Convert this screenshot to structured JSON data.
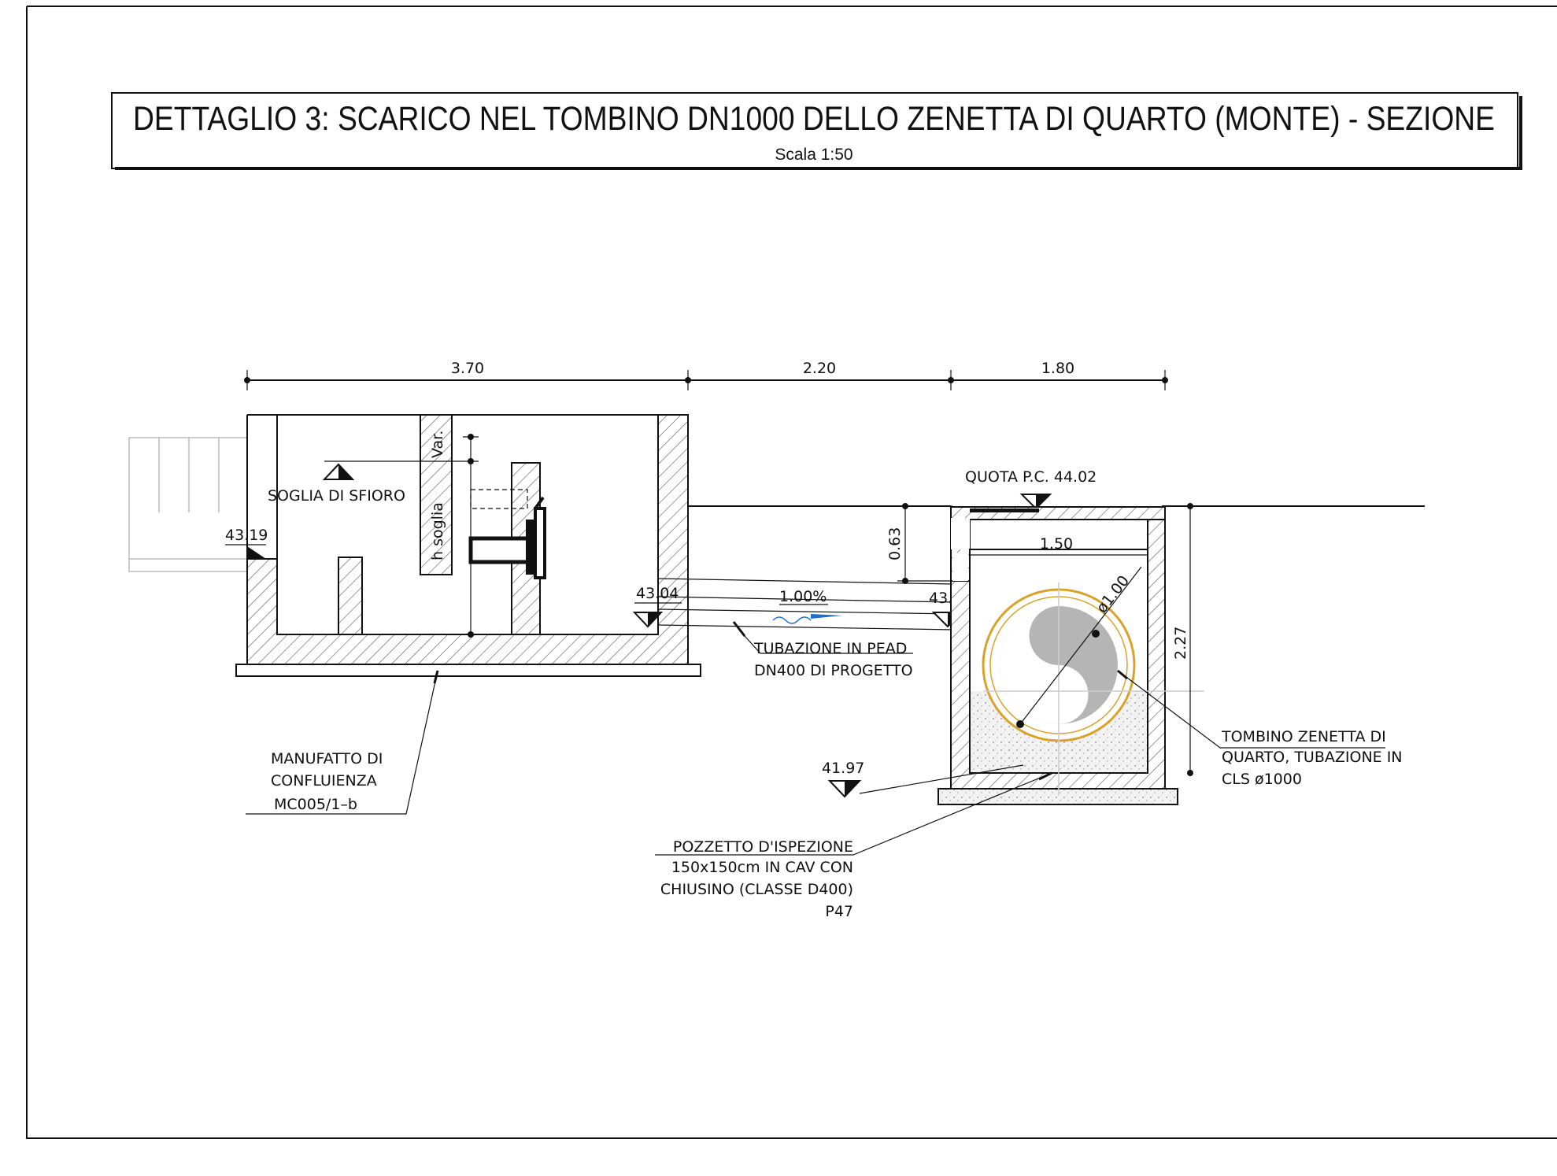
{
  "title": {
    "main": "DETTAGLIO 3: SCARICO NEL TOMBINO DN1000 DELLO ZENETTA DI QUARTO (MONTE) - SEZIONE",
    "scale": "Scala 1:50"
  },
  "dimensions": {
    "span_1": "3.70",
    "span_2": "2.20",
    "span_3": "1.80",
    "manhole_inner_width": "1.50",
    "depth_to_pipe": "0.63",
    "manhole_height": "2.27",
    "culvert_diameter": "ø1.00",
    "slope": "1.00%"
  },
  "levels": {
    "ground": "QUOTA P.C. 44.02",
    "left_invert": "43.19",
    "pipe_start": "43.04",
    "pipe_end": "43.02",
    "manhole_bottom": "41.97"
  },
  "labels": {
    "weir": "SOGLIA DI SFIORO",
    "var": "Var.",
    "h_threshold": "h soglia",
    "pipe_line1": "TUBAZIONE IN PEAD",
    "pipe_line2": "DN400 DI PROGETTO",
    "confluence_1": "MANUFATTO DI",
    "confluence_2": "CONFLUIENZA",
    "confluence_3": "MC005/1–b",
    "culvert_1": "TOMBINO ZENETTA DI",
    "culvert_2": "QUARTO, TUBAZIONE IN",
    "culvert_3": "CLS ø1000",
    "manhole_1": "POZZETTO D'ISPEZIONE",
    "manhole_2": "150x150cm IN CAV CON",
    "manhole_3": "CHIUSINO (CLASSE D400)",
    "manhole_4": "P47"
  },
  "colors": {
    "line": "#111111",
    "pipe_ring": "#d9a22a",
    "flow_arrow": "#1f6fd1",
    "water_fill": "#b5b5b5",
    "soil_fill": "#eeeeee"
  }
}
